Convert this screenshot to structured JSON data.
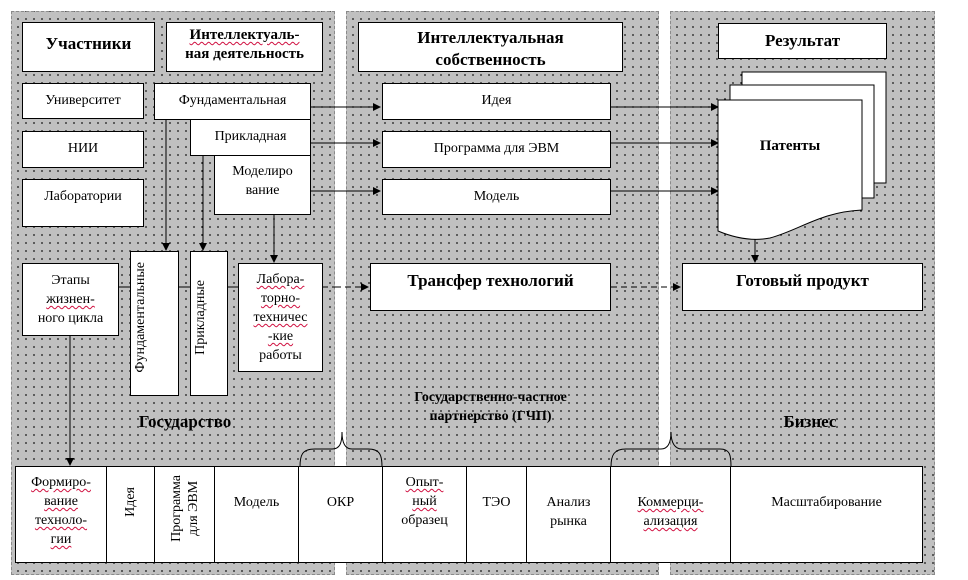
{
  "columns": {
    "state": {
      "participants_header": "Участники",
      "activity_header_line1": "Интеллектуаль-",
      "activity_header_line2": "ная деятельность",
      "participants": [
        "Университет",
        "НИИ",
        "Лаборатории"
      ],
      "activity_types": [
        "Фундаментальная",
        "Прикладная",
        "Моделиро",
        "вание"
      ],
      "lifecycle_lines": [
        "Этапы",
        "жизнен-",
        "ного цикла"
      ],
      "research_vertical": [
        "Фундаментальные",
        "Прикладные"
      ],
      "lab_works_lines": [
        "Лабора-",
        "торно-",
        "техничес",
        "-кие",
        "работы"
      ],
      "footer_label": "Государство"
    },
    "ppp": {
      "header_line1": "Интеллектуальная",
      "header_line2": "собственность",
      "ip_items": [
        "Идея",
        "Программа для ЭВМ",
        "Модель"
      ],
      "transfer": "Трансфер технологий",
      "footer_line1": "Государственно-частное",
      "footer_line2": "партнерство (ГЧП)"
    },
    "business": {
      "header": "Результат",
      "patents": "Патенты",
      "product": "Готовый продукт",
      "footer_label": "Бизнес"
    }
  },
  "stages_table": {
    "cells": [
      {
        "lines": [
          "Формиро-",
          "вание",
          "техноло-",
          "гии"
        ]
      },
      {
        "vertical": "Идея"
      },
      {
        "vertical_lines": [
          "Программа",
          "для ЭВМ"
        ]
      },
      {
        "lines": [
          "Модель"
        ]
      },
      {
        "lines": [
          "ОКР"
        ]
      },
      {
        "lines": [
          "Опыт-",
          "ный",
          "образец"
        ]
      },
      {
        "lines": [
          "ТЭО"
        ]
      },
      {
        "lines": [
          "Анализ",
          "рынка"
        ]
      },
      {
        "lines": [
          "Коммерци-",
          "ализация"
        ]
      },
      {
        "lines": [
          "Масштабирование"
        ]
      }
    ]
  }
}
